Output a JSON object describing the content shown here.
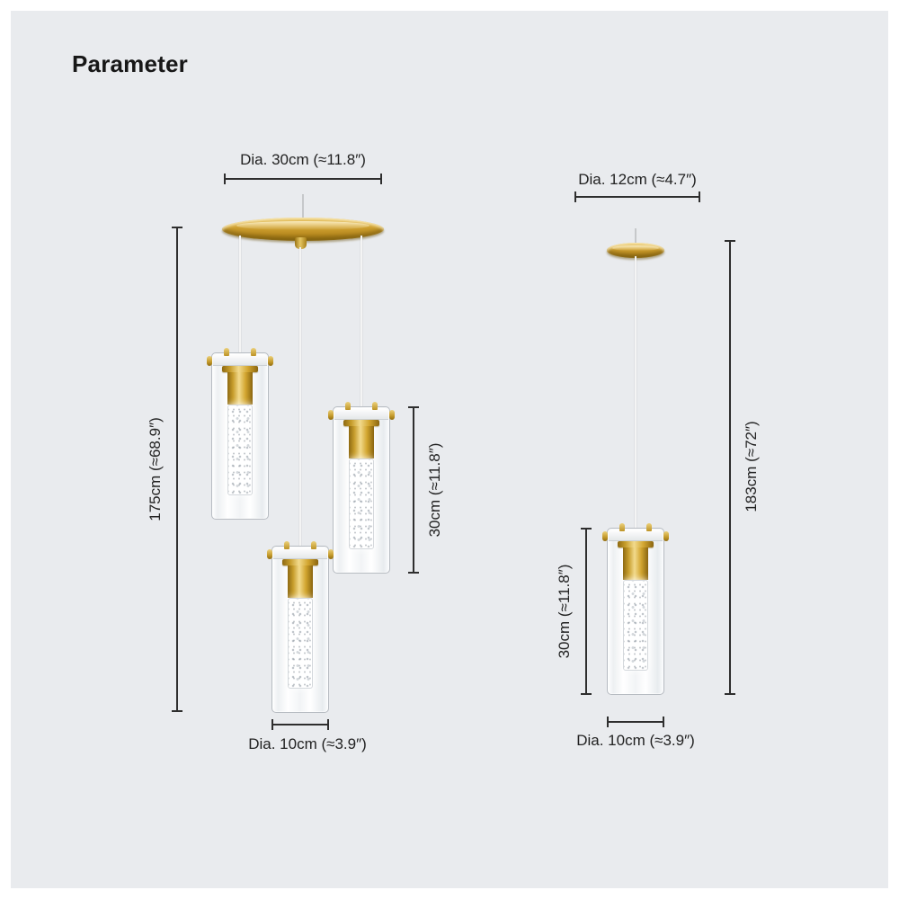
{
  "page": {
    "title": "Parameter"
  },
  "colors": {
    "background": "#e9ebee",
    "gold": "#c79d2c",
    "dimension_line": "#2e2e2e"
  },
  "left_fixture": {
    "canopy_diameter": "Dia. 30cm (≈11.8″)",
    "total_height": "175cm (≈68.9″)",
    "pendant_height": "30cm (≈11.8″)",
    "shade_diameter": "Dia. 10cm (≈3.9″)"
  },
  "right_fixture": {
    "canopy_diameter": "Dia. 12cm (≈4.7″)",
    "total_height": "183cm (≈72″)",
    "pendant_height": "30cm (≈11.8″)",
    "shade_diameter": "Dia. 10cm (≈3.9″)"
  }
}
